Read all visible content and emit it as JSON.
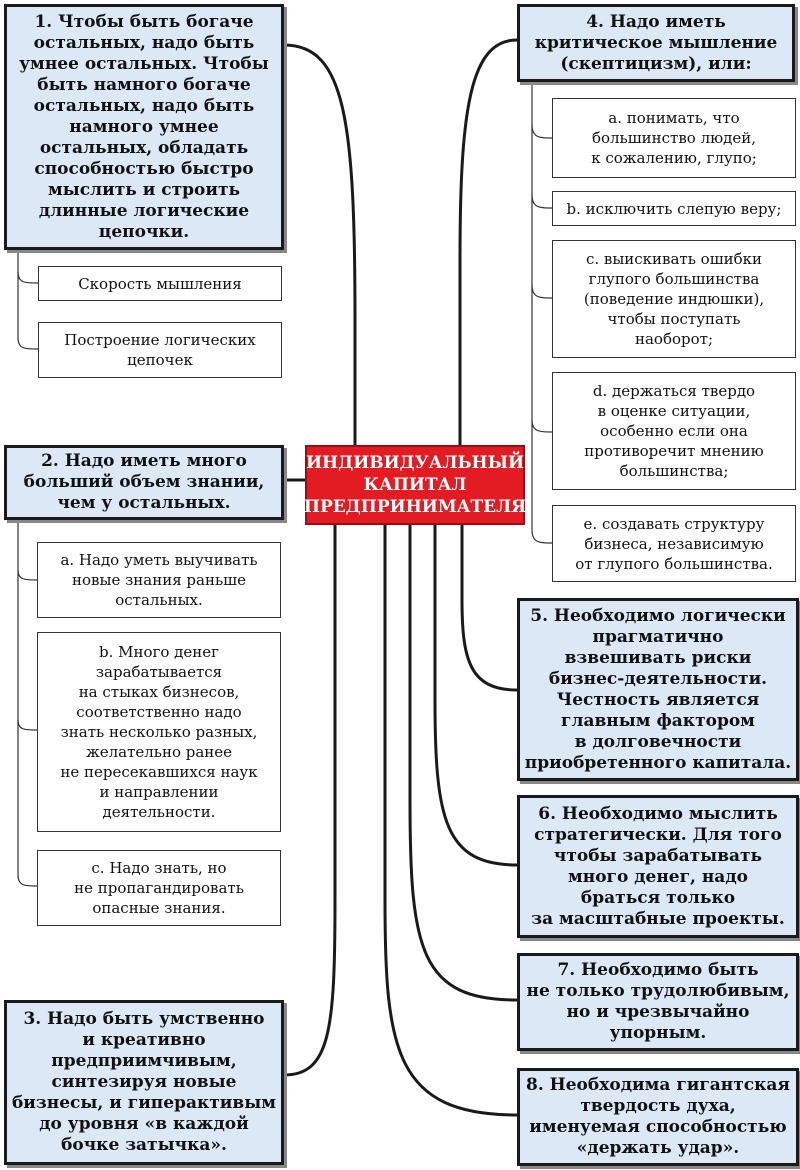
{
  "center": {
    "label": "ИНДИВИДУАЛЬНЫЙ\nКАПИТАЛ\nПРЕДПРИНИМАТЕЛЯ"
  },
  "items": {
    "n1": {
      "title": "1. Чтобы быть богаче\nостальных, надо быть\nумнее остальных. Чтобы\nбыть намного богаче\nостальных, надо быть\nнамного умнее\nостальных, обладать\nспособностью быстро\nмыслить и строить\nдлинные логические\nцепочки.",
      "subs": [
        "Скорость мышления",
        "Построение логических\nцепочек"
      ]
    },
    "n2": {
      "title": "2. Надо иметь много\nбольший объем знании,\nчем у остальных.",
      "subs": [
        "a. Надо уметь выучивать\nновые знания раньше\nостальных.",
        "b. Много денег\nзарабатывается\nна стыках бизнесов,\nсоответственно надо\nзнать несколько разных,\nжелательно ранее\nне пересекавшихся наук\nи направлении\nдеятельности.",
        "c. Надо знать, но\nне пропагандировать\nопасные знания."
      ]
    },
    "n3": {
      "title": "3. Надо быть умственно\nи креативно\nпредприимчивым,\nсинтезируя новые\nбизнесы, и гиперактивым\nдо уровня «в каждой\nбочке затычка»."
    },
    "n4": {
      "title": "4. Надо иметь\nкритическое мышление\n(скептицизм), или:",
      "subs": [
        "a. понимать, что\nбольшинство людей,\nк сожалению, глупо;",
        "b. исключить слепую веру;",
        "c. выискивать ошибки\nглупого большинства\n(поведение индюшки),\nчтобы поступать\nнаоборот;",
        "d. держаться твердо\nв оценке ситуации,\nособенно если она\nпротиворечит мнению\nбольшинства;",
        "e. создавать структуру\nбизнеса, независимую\nот глупого большинства."
      ]
    },
    "n5": {
      "title": "5. Необходимо логически\nпрагматично\nвзвешивать риски\nбизнес-деятельности.\nЧестность является\nглавным фактором\nв долговечности\nприобретенного капитала."
    },
    "n6": {
      "title": "6. Необходимо мыслить\nстратегически. Для того\nчтобы зарабатывать\nмного денег, надо\nбраться только\nза масштабные проекты."
    },
    "n7": {
      "title": "7. Необходимо быть\nне только трудолюбивым,\nно и чрезвычайно\nупорным."
    },
    "n8": {
      "title": "8. Необходима гигантская\nтвердость духа,\nименуемая способностью\n«держать удар»."
    }
  }
}
